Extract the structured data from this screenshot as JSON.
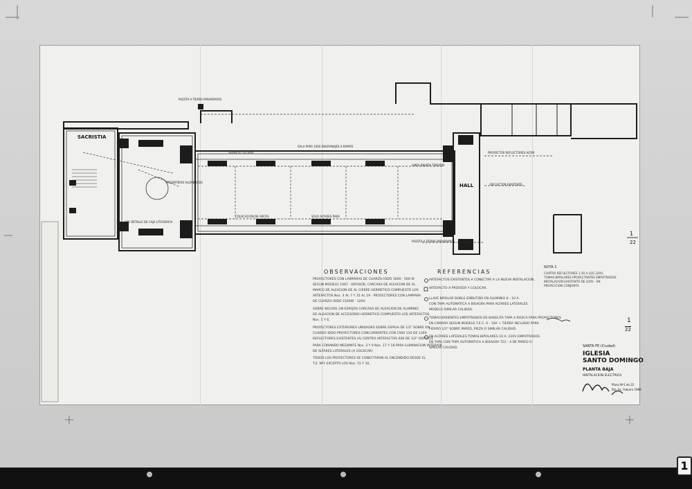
{
  "rooms": {
    "sacristia": "SACRISTIA",
    "hall": "HALL"
  },
  "observaciones": {
    "title": "OBSERVACIONES",
    "lines": [
      "PROYECTORES CON LAMPARAS DE CUARZO-IODO 1000 - 500 W",
      "SEGUN MODELO 1067 - DIFUSOR, CARCASA DE ALEACION DE AL",
      "MARCO DE ALEACION DE AL CIERRE HERMETICO COMPUESTO LOS",
      "ARTEFACTOS Nos. 3 AL 7 Y 15 AL 19 - PROYECTORES CON LAMPARA",
      "DE CUARZO-IODO 1500W - 120V.",
      "SOBRE NICHOS 1W-ESPEJOS CARCASA DE ALEACION DE ALUMINIO",
      "DE ALEACION DE ACCESORIO HERMETICO COMPUESTO LOS ARTEFACTOS",
      "Nos. 1 Y 6.",
      "PROYECTORES EXTERIORES UNIDADES SOBRE ESPIGA DE 1/2\" SOBRE EN",
      "CUARZO-IODO PROYECTORES CONCURRENTES CON 1500 120 DE 1300.",
      "REFLECTORES EXISTENTES (A) CENTRO ARTEFACTOS 600 DE 1/2\" SOPORTE",
      "PARA COMANDO MEDIANTE Nos. 3 Y 9 Nos. 17 Y 18 PARA ILUMINACION INTERIOR",
      "DE ALTARES LATERALES (A COLOCAR)",
      "TODOS LOS PROYECTORES SE CONECTARAN AL ENCENDIDO DESDE EL",
      "T.E. Nº1 EXCEPTO LOS Nos. 15 Y 16."
    ]
  },
  "referencias": {
    "title": "REFERENCIAS",
    "lines": [
      "ARTEFACTOS EXISTENTES A CONECTAR A LA NUEVA INSTALACION.",
      "ARTEFACTO A PROVEER Y COLOCAR.",
      "LLAVE BIPOLAR DOBLE EMBUTIDA EN ALUMINIO 6 - 10 A.",
      "CON TAPA AUTOMATICA A BISAGRA PARA ALTARES LATERALES.",
      "MODELO SIMILAR CALIDAD.",
      "TOMACORRIENTES EMPOTRADOS DE BAKELITA TAPA A ROSCA PARA PROYECTORES",
      "EN CAMARA SEGUN MODELO T.E.C. 6 - 10A + TIERRA INCLUIDO PARA",
      "FIERRO 1/2\" SOBRE PARED, PIEZA O SIMILAR CALIDAD.",
      "EN ALTARES LATERALES TOMAS BIPOLARES 10 A. 220V EMPOTRADOS",
      "EN TAPA CON TAPA AUTOMATICA A BISAGRA T22 - 4 DE PARED O",
      "SIMILAR CALIDAD."
    ]
  },
  "nota": {
    "title": "NOTA 1",
    "lines": [
      "CUATRO REFLECTORES 1.50 A LOS 220V,",
      "TOMAS BIPOLARES PROYECTANTES EMPOTRADOS",
      "INSTALACION EXISTENTE DE 220V - EN",
      "PROYECCION CONJUNTA."
    ]
  },
  "title_block": {
    "city": "SANTA FE (Ciudad)",
    "name_line1": "IGLESIA",
    "name_line2": "SANTO DOMINGO",
    "sheet": "PLANTA BAJA",
    "subject": "INSTALACION ELECTRICA",
    "sheet_number": "1",
    "sheet_total": "22",
    "date_label": "Plano Nº1 de 22",
    "date": "Sta. Fe, Febrero 1966"
  },
  "margin_sheet_number": "1",
  "margin_sheet_total": "22",
  "film_frame_number": "1",
  "colors": {
    "ink": "#222222",
    "paper": "#f0f0ee",
    "border": "#111111"
  }
}
